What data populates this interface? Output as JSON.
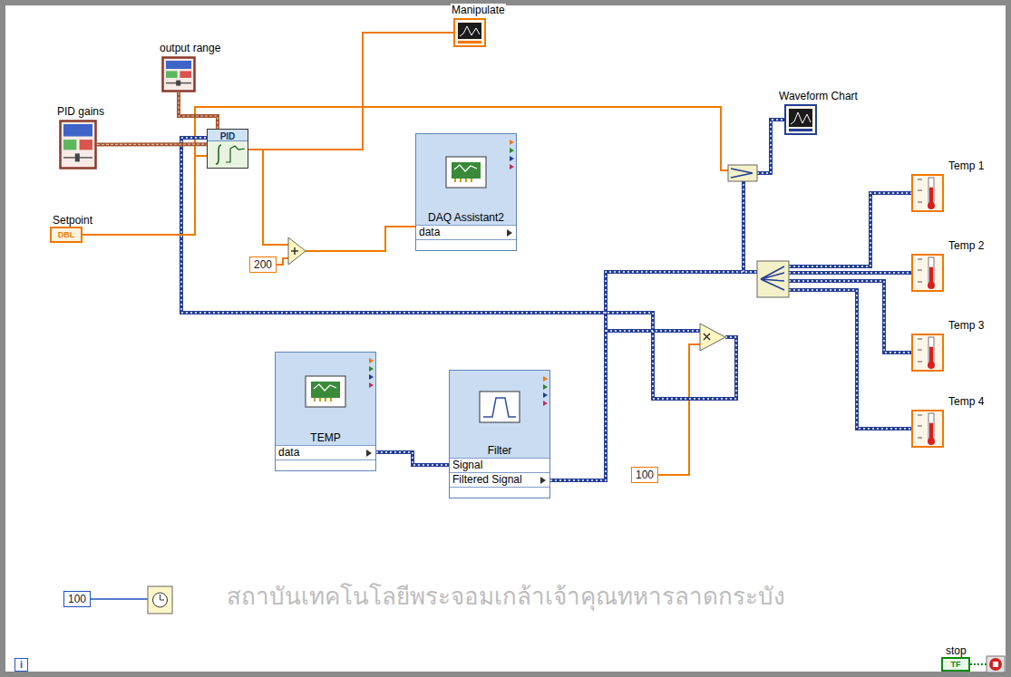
{
  "diagram": {
    "nodes": [
      {
        "text": [
          "Manipulate"
        ]
      },
      {
        "text": [
          "output range"
        ]
      },
      {
        "text": [
          "Waveform Chart"
        ]
      },
      {
        "text": [
          "PID gains"
        ]
      },
      {
        "text": [
          "PID"
        ]
      },
      {
        "text": [
          "DAQ Assistant2",
          "data"
        ]
      },
      {
        "text": [
          "Temp 1"
        ]
      },
      {
        "text": [
          "Setpoint",
          "DBL"
        ]
      },
      {
        "text": [
          "Temp 2"
        ]
      },
      {
        "text": [
          "200"
        ]
      },
      {
        "text": [
          "Temp 3"
        ]
      },
      {
        "text": [
          "TEMP",
          "data"
        ]
      },
      {
        "text": [
          "Filter",
          "Signal",
          "Filtered Signal"
        ]
      },
      {
        "text": [
          "Temp 4"
        ]
      },
      {
        "text": [
          "100"
        ]
      },
      {
        "text": [
          "100"
        ]
      },
      {
        "text": [
          "i"
        ]
      },
      {
        "text": [
          "stop",
          "TF"
        ]
      }
    ],
    "edges": [
      {
        "from": 3,
        "to": 4,
        "arrow": "none"
      },
      {
        "from": 1,
        "to": 4,
        "arrow": "none"
      },
      {
        "from": 7,
        "to": 4,
        "arrow": "none"
      },
      {
        "from": 4,
        "to": 0,
        "arrow": "none"
      },
      {
        "from": 11,
        "to": 12,
        "arrow": "none"
      }
    ],
    "labels": [
      "สถาบันเทคโนโลยีพระจอมเกล้าเจ้าคุณทหารลาดกระบัง"
    ]
  }
}
